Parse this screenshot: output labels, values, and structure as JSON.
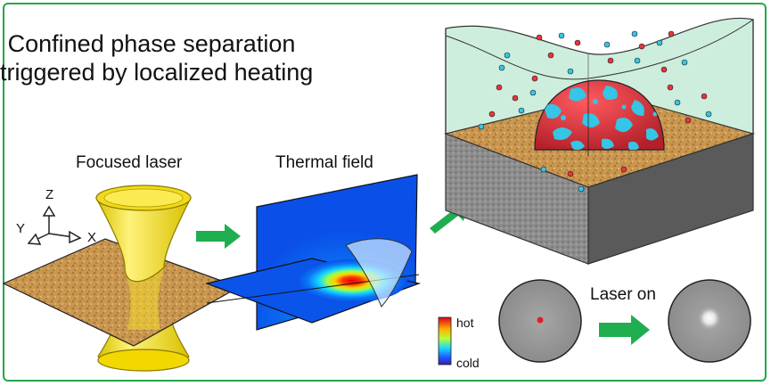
{
  "title": {
    "line1": "Confined phase separation",
    "line2": "triggered by localized heating"
  },
  "labels": {
    "focused_laser": "Focused laser",
    "thermal_field": "Thermal field",
    "laser_on": "Laser on",
    "colorbar_hot": "hot",
    "colorbar_cold": "cold"
  },
  "axes": {
    "z": "Z",
    "y": "Y",
    "x": "X"
  },
  "colors": {
    "frame": "#22a84a",
    "arrow": "#1fae4f",
    "laser": "#f5e21a",
    "substrate": "#c9974f",
    "liquid": "#cdeedd",
    "droplet_red": "#e8343c",
    "droplet_cyan": "#35c5e6"
  }
}
